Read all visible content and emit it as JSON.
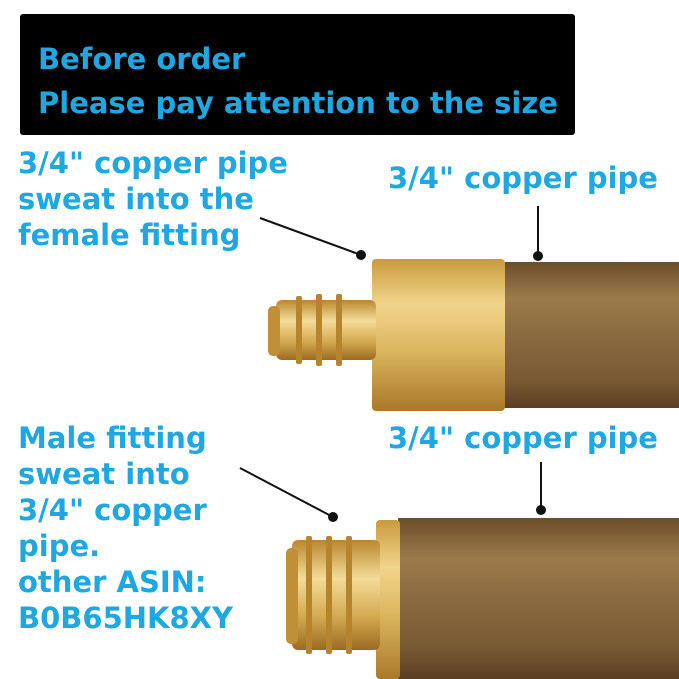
{
  "banner": {
    "line1": "Before order",
    "line2": "Please pay attention to the size"
  },
  "top_left_label": {
    "line1": "3/4\" copper pipe",
    "line2": "sweat into the",
    "line3": "female fitting"
  },
  "top_right_label": "3/4\" copper pipe",
  "bottom_left_label": {
    "line1": "Male fitting",
    "line2": "sweat into",
    "line3": "3/4\" copper",
    "line4": "pipe.",
    "line5": "other ASIN:",
    "line6": "B0B65HK8XY"
  },
  "bottom_right_label": "3/4\" copper pipe",
  "colors": {
    "text_accent": "#1ea7e1",
    "banner_bg": "#000000",
    "brass": "#d9b25a",
    "copper": "#8b6a3e"
  }
}
